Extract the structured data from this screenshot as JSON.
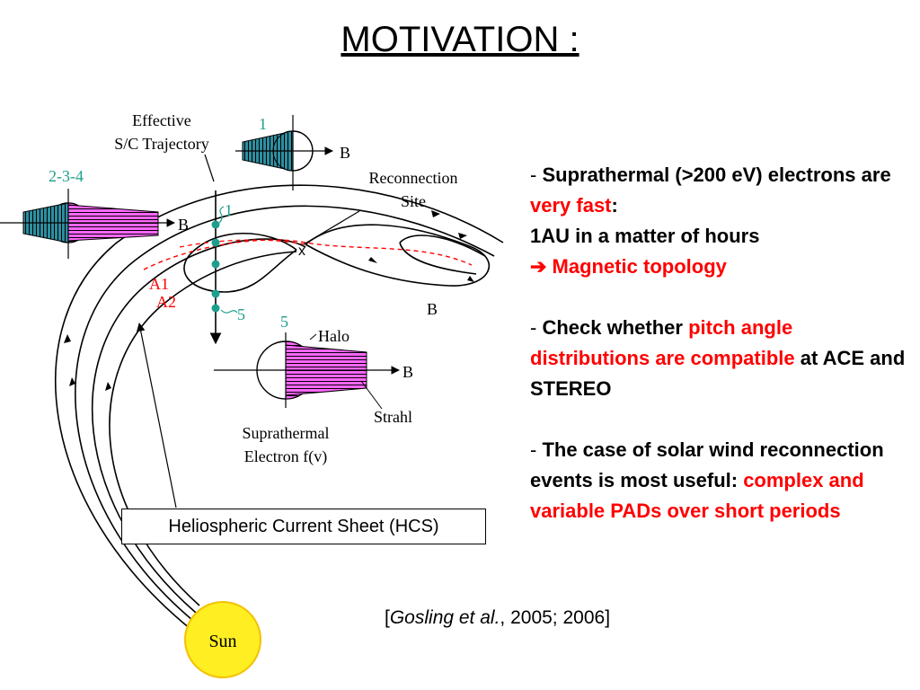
{
  "title": "MOTIVATION :",
  "diagram": {
    "trajectory_label_1": "Effective",
    "trajectory_label_2": "S/C Trajectory",
    "label_1_top": "1",
    "label_234": "2-3-4",
    "label_b": "B",
    "reconnection_label_1": "Reconnection",
    "reconnection_label_2": "Site",
    "reconnection_x": "x",
    "marker_1": "1",
    "marker_5": "5",
    "label_a1": "A1",
    "label_a2": "A2",
    "label_5_top": "5",
    "halo": "Halo",
    "strahl": "Strahl",
    "suprathermal_1": "Suprathermal",
    "suprathermal_2": "Electron f(v)",
    "hcs_box": "Heliospheric Current Sheet (HCS)",
    "sun": "Sun"
  },
  "bullets": {
    "b1": {
      "dash": "- ",
      "t1": "Suprathermal (>200 eV) electrons are ",
      "t2": "very fast",
      "t3": ":",
      "t4": "1AU in a matter of hours",
      "arrow": "➔",
      "t5": " Magnetic topology"
    },
    "b2": {
      "dash": "- ",
      "t1": "Check whether ",
      "t2": "pitch angle distributions are compatible",
      "t3": " at ACE and STEREO"
    },
    "b3": {
      "dash": "- ",
      "t1": "The case of solar wind reconnection events is most useful: ",
      "t2": "complex and variable PADs over short periods"
    }
  },
  "reference": {
    "open": "[",
    "authors": "Gosling et al.",
    "years": ", 2005; 2006]"
  },
  "colors": {
    "teal": "#1e9e8c",
    "magenta": "#ff66ff",
    "cyan_fill": "#2c8fa0",
    "red": "#ff0000",
    "sun": "#ffee22"
  }
}
